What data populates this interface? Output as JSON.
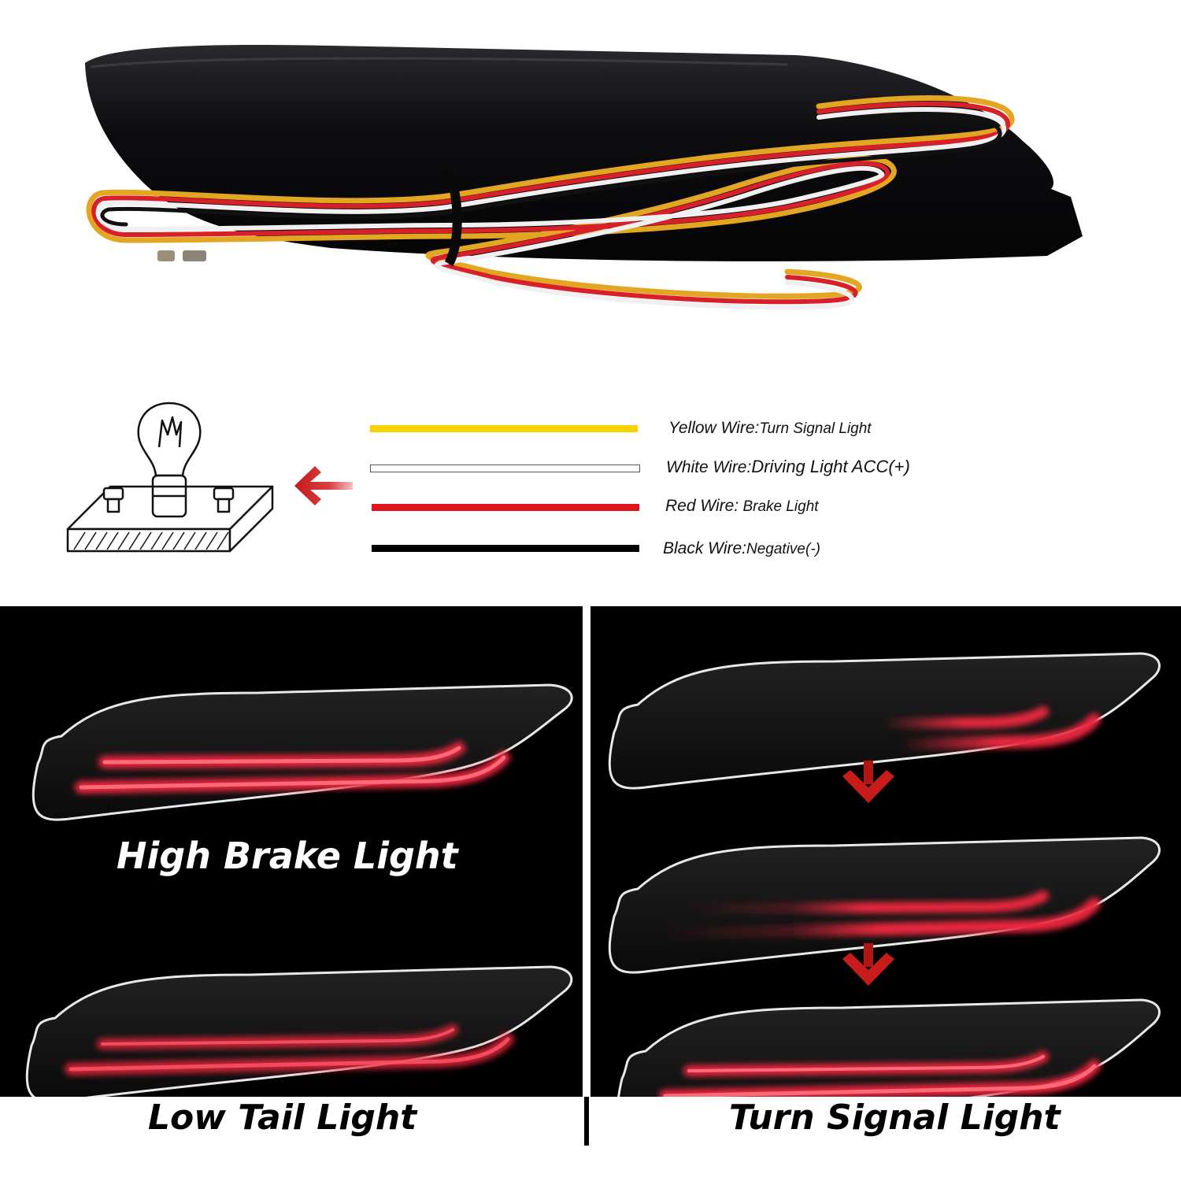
{
  "wires": [
    {
      "key": "Yellow Wire:",
      "value": "Turn Signal Light",
      "color": "#f5d200"
    },
    {
      "key": "White Wire:",
      "value": "Driving Light ACC(+)",
      "color": "#ffffff"
    },
    {
      "key": "Red Wire:",
      "value": " Brake Light",
      "color": "#e0141e"
    },
    {
      "key": "Black Wire:",
      "value": "Negative(-)",
      "color": "#000000"
    }
  ],
  "panels": {
    "left": {
      "inner_caption": "High Brake Light",
      "bottom_caption": "Low Tail Light"
    },
    "right": {
      "bottom_caption": "Turn Signal Light"
    }
  },
  "colors": {
    "lamp_red": "#e8283c",
    "arrow_red": "#cc1a1a",
    "background_dark": "#000000"
  },
  "icons": [
    "bulb-socket-icon",
    "arrow-left-icon",
    "arrow-down-icon"
  ]
}
